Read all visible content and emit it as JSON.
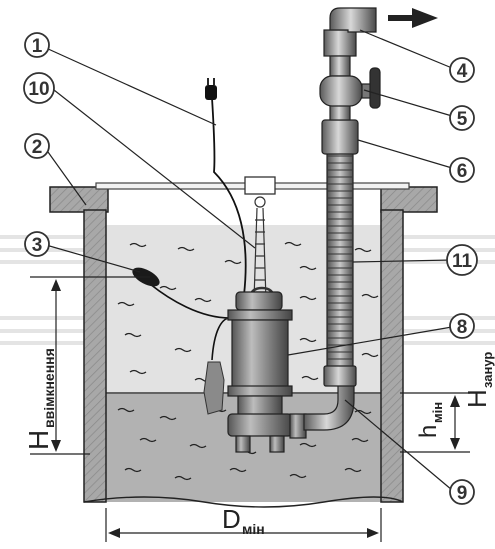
{
  "callouts": [
    "1",
    "2",
    "3",
    "4",
    "5",
    "6",
    "8",
    "9",
    "10",
    "11"
  ],
  "labels": {
    "h_on_main": "H",
    "h_on_sub": "ввімкнення",
    "h_imm_main": "H",
    "h_imm_sub": "занур",
    "h_min_main": "h",
    "h_min_sub": "мін",
    "d_min_main": "D",
    "d_min_sub": "мін"
  }
}
